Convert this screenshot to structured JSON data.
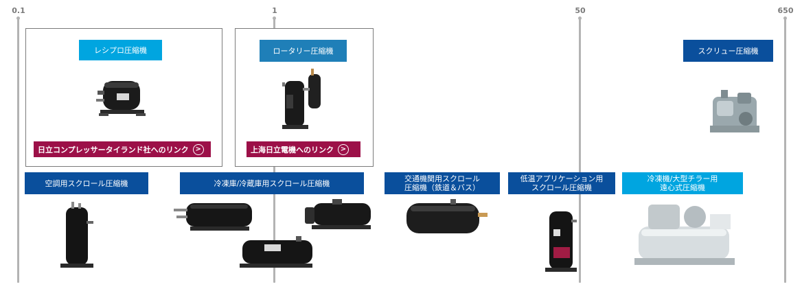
{
  "axis": {
    "ticks": [
      "0.1",
      "1",
      "50",
      "650"
    ]
  },
  "categories": [
    {
      "id": "reciprocating",
      "label": "レシプロ圧縮機",
      "link": "日立コンプレッサータイランド社へのリンク",
      "link_icon": "arrow-right-circle-icon",
      "color": "#00a5e0"
    },
    {
      "id": "rotary",
      "label": "ロータリー圧縮機",
      "link": "上海日立電機へのリンク",
      "link_icon": "arrow-right-circle-icon",
      "color": "#1f7fb8"
    },
    {
      "id": "screw",
      "label": "スクリュー圧縮機",
      "color": "#0a4f9c"
    },
    {
      "id": "ac-scroll",
      "label": "空調用スクロール圧縮機",
      "color": "#0a4f9c"
    },
    {
      "id": "refrig-scroll",
      "label": "冷凍庫/冷蔵庫用スクロール圧縮機",
      "color": "#0a4f9c"
    },
    {
      "id": "transport-scroll",
      "label": "交通機関用スクロール\n圧縮機（鉄道＆バス）",
      "color": "#0a4f9c"
    },
    {
      "id": "lowtemp-scroll",
      "label": "低温アプリケーション用\nスクロール圧縮機",
      "color": "#0a4f9c"
    },
    {
      "id": "centrifugal",
      "label": "冷凍機/大型チラー用\n遠心式圧縮機",
      "color": "#00a5e0"
    }
  ],
  "link_color": "#9c1048"
}
